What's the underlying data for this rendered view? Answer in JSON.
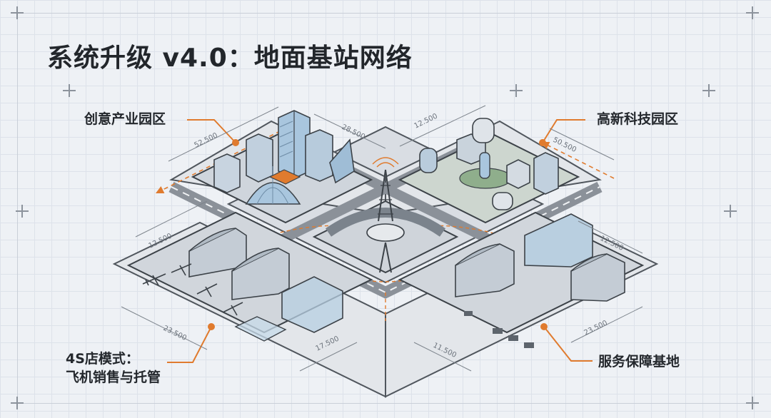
{
  "title": "系统升级 v4.0：地面基站网络",
  "zones": {
    "creative_park": "创意产业园区",
    "hitech_park": "高新科技园区",
    "sales_4s_line1": "4S店模式：",
    "sales_4s_line2": "飞机销售与托管",
    "service_base": "服务保障基地"
  },
  "dimensions": {
    "d1": "52.500",
    "d2": "28.500",
    "d3": "12.500",
    "d4": "50.500",
    "d5": "12.500",
    "d6": "12.500",
    "d7": "23.500",
    "d8": "17.500",
    "d9": "11.500",
    "d10": "23.500"
  },
  "colors": {
    "accent_orange": "#e07b2e",
    "line_dark": "#3c4248",
    "glass_blue": "#a9c6de"
  }
}
